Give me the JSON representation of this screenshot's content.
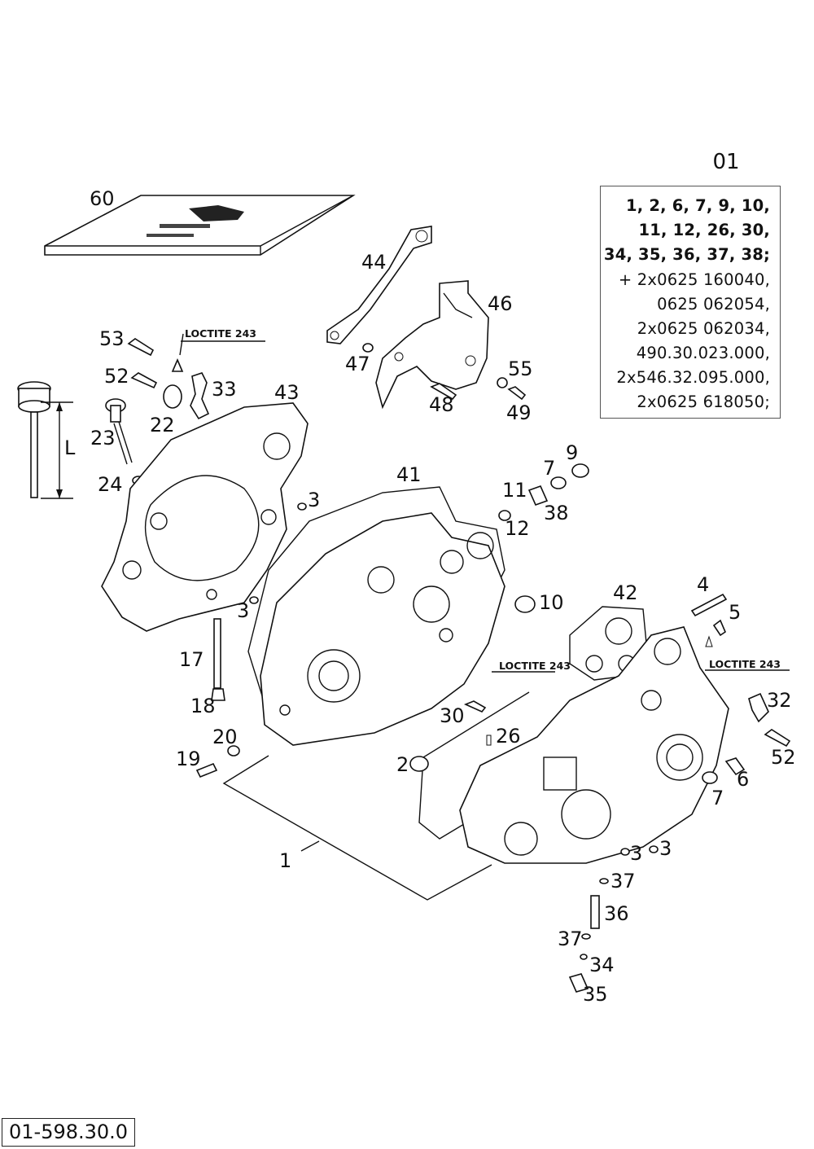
{
  "document_code": "01-598.30.0",
  "kit": {
    "number": "01",
    "contents": [
      "1, 2, 6, 7, 9, 10,",
      "11, 12, 26, 30,",
      "34, 35, 36, 37, 38;",
      "+ 2x0625 160040,",
      "0625 062054,",
      "2x0625 062034,",
      "490.30.023.000,",
      "2x546.32.095.000,",
      "2x0625 618050;"
    ]
  },
  "notes": {
    "loctite_1": "LOCTITE 243",
    "loctite_2": "LOCTITE 243",
    "loctite_3": "LOCTITE 243",
    "dipstick_length": "L"
  },
  "labels": {
    "p60": "60",
    "p44": "44",
    "p46": "46",
    "p53": "53",
    "p52a": "52",
    "p33": "33",
    "p22": "22",
    "p43": "43",
    "p47": "47",
    "p48": "48",
    "p55": "55",
    "p49": "49",
    "p23": "23",
    "p24": "24",
    "p3a": "3",
    "p3b": "3",
    "p41": "41",
    "p9": "9",
    "p7a": "7",
    "p11": "11",
    "p38": "38",
    "p12": "12",
    "p10": "10",
    "p42": "42",
    "p4": "4",
    "p5": "5",
    "p17": "17",
    "p18": "18",
    "p20": "20",
    "p19": "19",
    "p30": "30",
    "p26": "26",
    "p2": "2",
    "p32": "32",
    "p52b": "52",
    "p6": "6",
    "p7b": "7",
    "p1": "1",
    "p3c": "3",
    "p3d": "3",
    "p37a": "37",
    "p36": "36",
    "p37b": "37",
    "p34": "34",
    "p35": "35"
  }
}
